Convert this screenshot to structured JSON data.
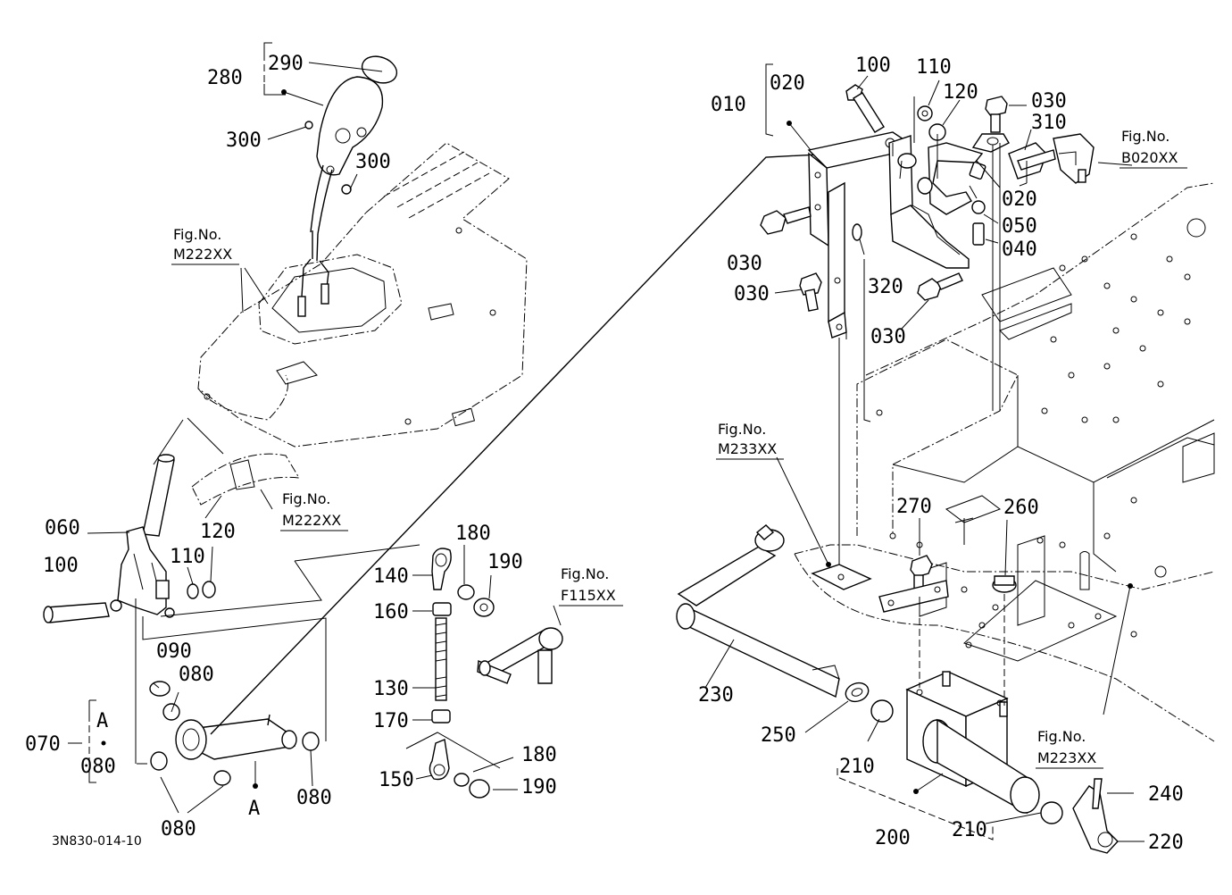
{
  "diagram_code": "3N830-014-10",
  "parts": [
    {
      "id": "l-280",
      "text": "280"
    },
    {
      "id": "l-290",
      "text": "290"
    },
    {
      "id": "l-300a",
      "text": "300"
    },
    {
      "id": "l-300b",
      "text": "300"
    },
    {
      "id": "l-060",
      "text": "060"
    },
    {
      "id": "l-100a",
      "text": "100"
    },
    {
      "id": "l-110a",
      "text": "110"
    },
    {
      "id": "l-120a",
      "text": "120"
    },
    {
      "id": "l-090",
      "text": "090"
    },
    {
      "id": "l-080a",
      "text": "080"
    },
    {
      "id": "l-070",
      "text": "070"
    },
    {
      "id": "l-080b",
      "text": "080"
    },
    {
      "id": "l-080c",
      "text": "080"
    },
    {
      "id": "l-080d",
      "text": "080"
    },
    {
      "id": "l-A1",
      "text": "A"
    },
    {
      "id": "l-A2",
      "text": "A"
    },
    {
      "id": "l-180a",
      "text": "180"
    },
    {
      "id": "l-140",
      "text": "140"
    },
    {
      "id": "l-190a",
      "text": "190"
    },
    {
      "id": "l-160",
      "text": "160"
    },
    {
      "id": "l-130",
      "text": "130"
    },
    {
      "id": "l-170",
      "text": "170"
    },
    {
      "id": "l-180b",
      "text": "180"
    },
    {
      "id": "l-150",
      "text": "150"
    },
    {
      "id": "l-190b",
      "text": "190"
    },
    {
      "id": "l-020a",
      "text": "020"
    },
    {
      "id": "l-010",
      "text": "010"
    },
    {
      "id": "l-100b",
      "text": "100"
    },
    {
      "id": "l-110b",
      "text": "110"
    },
    {
      "id": "l-120b",
      "text": "120"
    },
    {
      "id": "l-030a",
      "text": "030"
    },
    {
      "id": "l-310",
      "text": "310"
    },
    {
      "id": "l-020b",
      "text": "020"
    },
    {
      "id": "l-050",
      "text": "050"
    },
    {
      "id": "l-040",
      "text": "040"
    },
    {
      "id": "l-030b",
      "text": "030"
    },
    {
      "id": "l-030c",
      "text": "030"
    },
    {
      "id": "l-320",
      "text": "320"
    },
    {
      "id": "l-030d",
      "text": "030"
    },
    {
      "id": "l-270",
      "text": "270"
    },
    {
      "id": "l-260",
      "text": "260"
    },
    {
      "id": "l-230",
      "text": "230"
    },
    {
      "id": "l-250",
      "text": "250"
    },
    {
      "id": "l-210a",
      "text": "210"
    },
    {
      "id": "l-200",
      "text": "200"
    },
    {
      "id": "l-210b",
      "text": "210"
    },
    {
      "id": "l-240",
      "text": "240"
    },
    {
      "id": "l-220",
      "text": "220"
    }
  ],
  "figure_refs": [
    {
      "id": "f-m222-top",
      "line1": "Fig.No.",
      "line2": "M222XX"
    },
    {
      "id": "f-m222-mid",
      "line1": "Fig.No.",
      "line2": "M222XX"
    },
    {
      "id": "f-f115",
      "line1": "Fig.No.",
      "line2": "F115XX"
    },
    {
      "id": "f-b020",
      "line1": "Fig.No.",
      "line2": "B020XX"
    },
    {
      "id": "f-m233",
      "line1": "Fig.No.",
      "line2": "M233XX"
    },
    {
      "id": "f-m223",
      "line1": "Fig.No.",
      "line2": "M223XX"
    }
  ]
}
